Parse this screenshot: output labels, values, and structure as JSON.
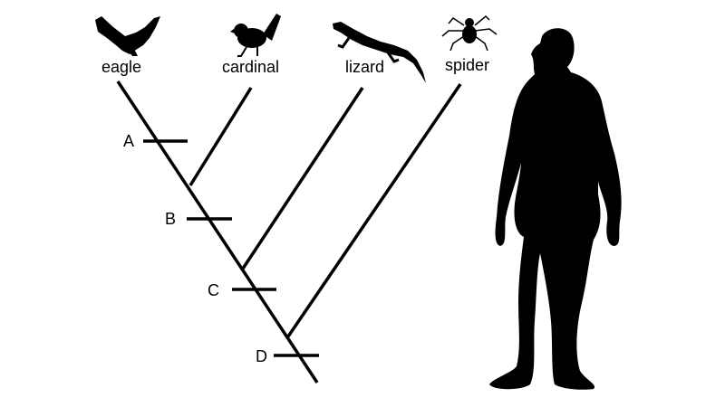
{
  "taxa": [
    {
      "name": "eagle"
    },
    {
      "name": "cardinal"
    },
    {
      "name": "lizard"
    },
    {
      "name": "spider"
    }
  ],
  "nodes": [
    {
      "label": "A"
    },
    {
      "label": "B"
    },
    {
      "label": "C"
    },
    {
      "label": "D"
    }
  ],
  "colors": {
    "ink": "#000000",
    "background": "#ffffff"
  }
}
